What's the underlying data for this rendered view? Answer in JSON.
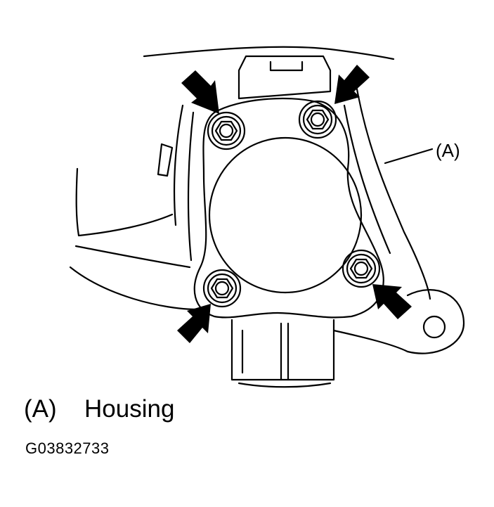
{
  "callouts": [
    {
      "code": "(A)"
    }
  ],
  "legend": [
    {
      "code": "(A)",
      "label": "Housing"
    }
  ],
  "figure_id": "G03832733",
  "icons": [
    "arrow-icon"
  ]
}
